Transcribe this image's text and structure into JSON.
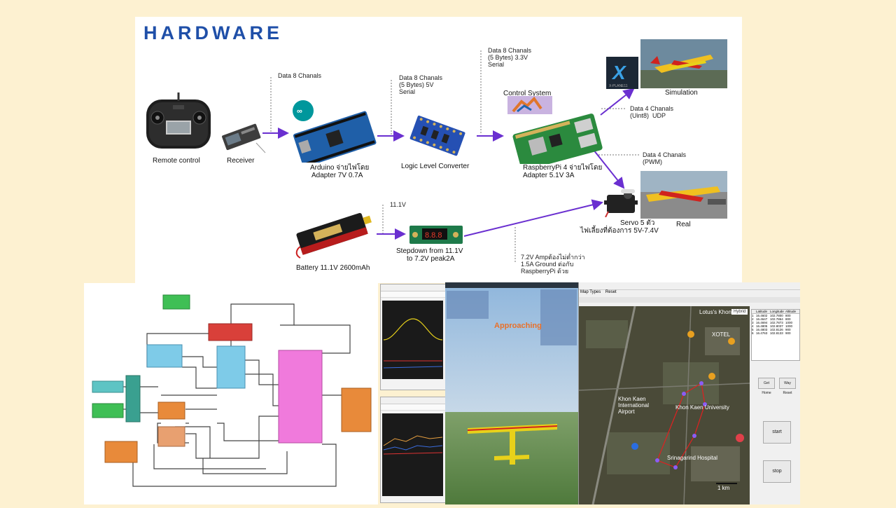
{
  "hardware": {
    "title": "HARDWARE",
    "components": {
      "remote": "Remote control",
      "receiver": "Receiver",
      "arduino_line1": "Arduino จ่ายไฟโดย",
      "arduino_line2": "Adapter 7V 0.7A",
      "logic": "Logic Level Converter",
      "control_system": "Control System",
      "rpi_line1": "RaspberryPi 4  จ่ายไฟโดย",
      "rpi_line2": "Adapter 5.1V 3A",
      "simulation": "Simulation",
      "servo_line1": "Servo 5 ตัว",
      "servo_line2": "ไฟเลี้ยงที่ต้องการ 5V-7.4V",
      "real": "Real",
      "battery": "Battery 11.1V 2600mAh",
      "stepdown_line1": "Stepdown from 11.1V",
      "stepdown_line2": "to 7.2V  peak2A",
      "xplane_logo": "X-PLANE11"
    },
    "annotations": {
      "rx_to_arduino": "Data 8 Chanals",
      "arduino_to_logic": "Data 8 Chanals\n(5 Bytes) 5V\nSerial",
      "logic_to_rpi": "Data 8 Chanals\n(5 Bytes) 3.3V\nSerial",
      "rpi_to_sim": "Data 4 Chanals\n(Uint8)  UDP",
      "rpi_to_servo": "Data 4 Chanals\n(PWM)",
      "battery_v": "11.1V",
      "stepdown_note": "7.2V Ampต้องไม่ต่ำกว่า\n1.5A Ground ต่อกับ\nRaspberryPi ด้วย"
    }
  },
  "simulator": {
    "approaching": "Approaching",
    "map_labels": {
      "lotus": "Lotus's Khon Kaen",
      "xotel": "XOTEL",
      "airport": "Khon Kaen\nInternational\nAirport",
      "university": "Khon Kaen University",
      "hospital": "Srinagarind Hospital",
      "scale": "1 km"
    },
    "map_menu": "Map Types    Reset",
    "map_type": "Hybrid",
    "table_headers": [
      "Latitude",
      "Longitude",
      "Altitude"
    ],
    "table_rows": [
      [
        "16.4602",
        "102.7800",
        "800"
      ],
      [
        "16.4647",
        "102.7864",
        "800"
      ],
      [
        "16.4694",
        "102.7873",
        "1000"
      ],
      [
        "16.4805",
        "102.8037",
        "1000"
      ],
      [
        "16.4803",
        "102.8126",
        "900"
      ],
      [
        "16.4763",
        "102.8133",
        "900"
      ]
    ],
    "buttons": {
      "get_home": "Get Home",
      "way_reset": "Way Reset",
      "start": "start",
      "stop": "stop"
    }
  },
  "colors": {
    "background": "#fdf1d1",
    "title_blue": "#1f4fa8",
    "arrow_purple": "#6a2fd0"
  }
}
